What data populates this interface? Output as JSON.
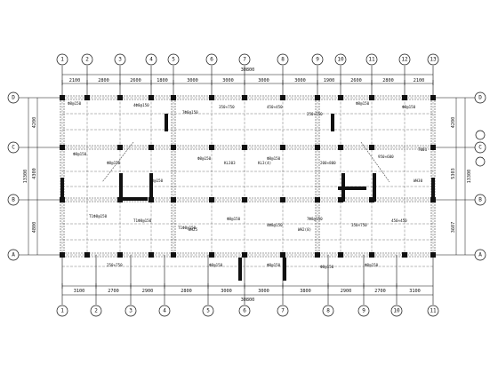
{
  "drawing": {
    "top_axes": [
      "1",
      "2",
      "3",
      "4",
      "5",
      "6",
      "7",
      "8",
      "9",
      "10",
      "11",
      "12",
      "13"
    ],
    "bottom_axes": [
      "1",
      "2",
      "3",
      "4",
      "5",
      "6",
      "7",
      "8",
      "9",
      "10",
      "11"
    ],
    "left_axes": [
      "D",
      "C",
      "B",
      "A"
    ],
    "right_axes": [
      "D",
      "C",
      "B",
      "A"
    ],
    "top_dims": [
      "2100",
      "2800",
      "2600",
      "1800",
      "3000",
      "3000",
      "3000",
      "3000",
      "1900",
      "2600",
      "2800",
      "2100"
    ],
    "top_total": "30800",
    "bottom_dims": [
      "3100",
      "2700",
      "2900",
      "2800",
      "3000",
      "3000",
      "3800",
      "2900",
      "2700",
      "3100"
    ],
    "bottom_total": "30800",
    "left_dims": [
      "4200",
      "4300",
      "4800"
    ],
    "left_total": "13300",
    "right_dims": [
      "4200",
      "5303",
      "3607"
    ],
    "right_total": "13300",
    "beam_notes": [
      "Ф8@150",
      "4Ф8@150",
      "7Ф8@150",
      "350×750",
      "450×450",
      "250×750",
      "Ф8@150",
      "Ф8@150",
      "Ф8@150",
      "Ф8@150",
      "Ф8@150",
      "Ф8@150",
      "200×800",
      "950×600",
      "7001",
      "T1Ф8@150",
      "T1Ф8@150",
      "T1Ф8@150"
    ],
    "room_tags": [
      "KL303",
      "KL3(4)",
      "WH25",
      "WH2(8)",
      "WH30",
      "Ф8@150"
    ]
  },
  "accent": "#111111"
}
